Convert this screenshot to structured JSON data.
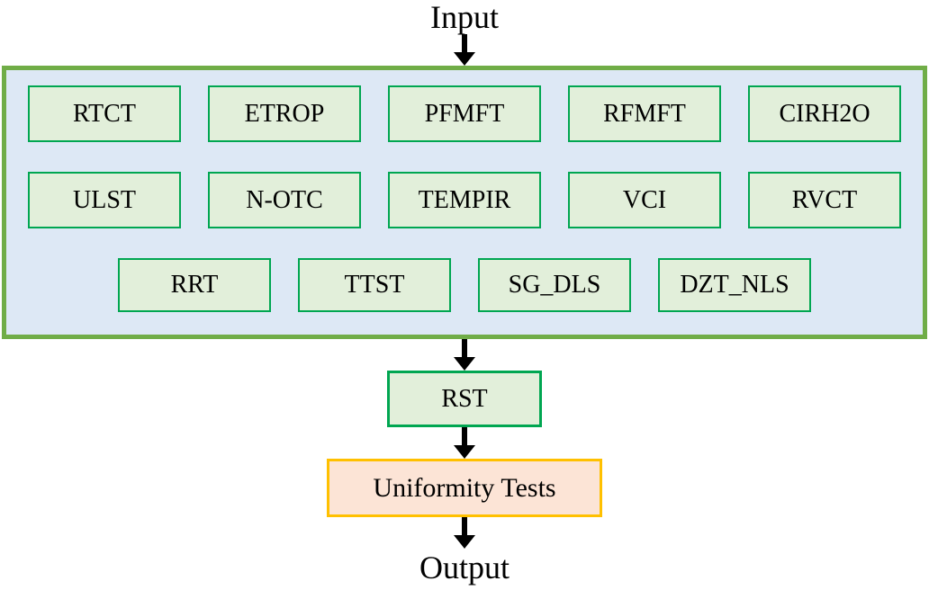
{
  "flow": {
    "input_label": "Input",
    "rst_label": "RST",
    "uniformity_label": "Uniformity Tests",
    "output_label": "Output"
  },
  "panel": {
    "rows": [
      [
        "RTCT",
        "ETROP",
        "PFMFT",
        "RFMFT",
        "CIRH2O"
      ],
      [
        "ULST",
        "N-OTC",
        "TEMPIR",
        "VCI",
        "RVCT"
      ],
      [
        "RRT",
        "TTST",
        "SG_DLS",
        "DZT_NLS"
      ]
    ]
  },
  "colors": {
    "panel_border": "#70AD47",
    "panel_fill": "#DDE8F5",
    "test_box_border": "#00A651",
    "test_box_fill": "#E2EFDA",
    "rst_box_border": "#00A651",
    "rst_box_fill": "#E2EFDA",
    "uniformity_border": "#FFC000",
    "uniformity_fill": "#FCE4D6",
    "arrow": "#000000",
    "text": "#000000"
  }
}
